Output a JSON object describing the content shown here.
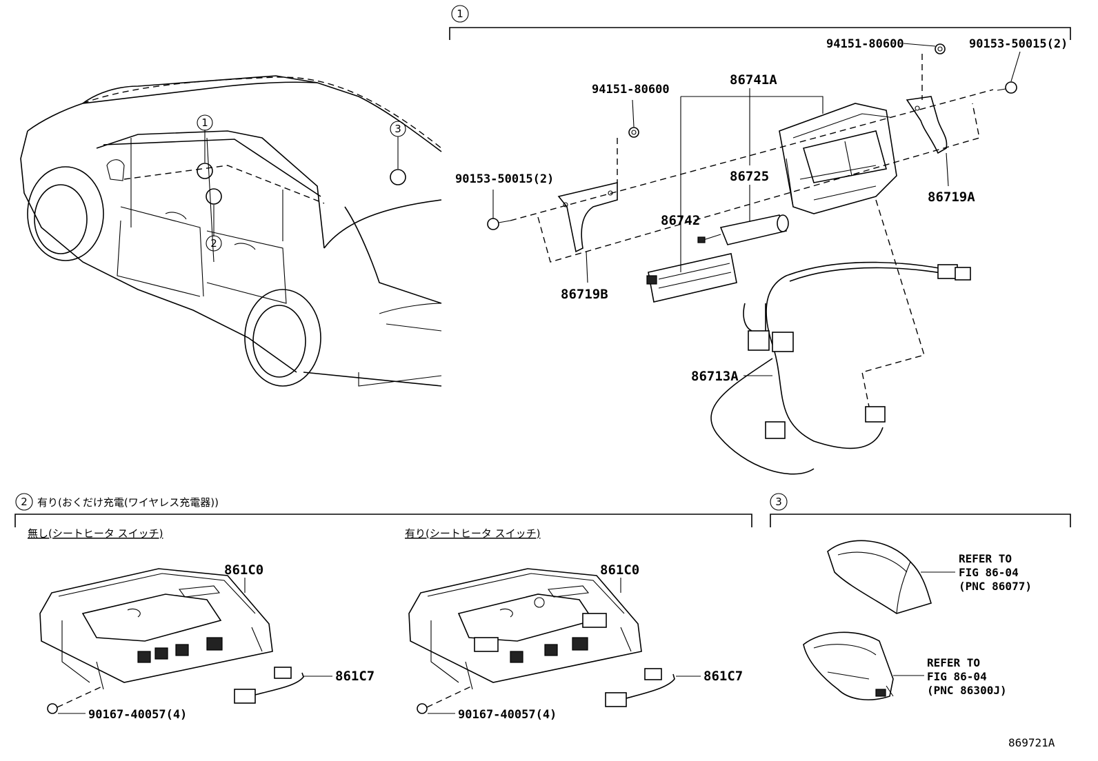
{
  "sections": {
    "s1": {
      "num": "1"
    },
    "s2": {
      "num": "2",
      "title": "有り(おくだけ充電(ワイヤレス充電器))"
    },
    "s3": {
      "num": "3"
    }
  },
  "car_markers": [
    "1",
    "2",
    "3"
  ],
  "s1_parts": {
    "p94151_a": "94151-80600",
    "p90153_a": "90153-50015(2)",
    "p94151_b": "94151-80600",
    "p86741A": "86741A",
    "p90153_b": "90153-50015(2)",
    "p86725": "86725",
    "p86719A": "86719A",
    "p86742": "86742",
    "p86719B": "86719B",
    "p86713A": "86713A"
  },
  "s2_left": {
    "label": "無し(シートヒータ スイッチ)",
    "p861C0": "861C0",
    "p861C7": "861C7",
    "p90167": "90167-40057(4)"
  },
  "s2_right": {
    "label": "有り(シートヒータ スイッチ)",
    "p861C0": "861C0",
    "p861C7": "861C7",
    "p90167": "90167-40057(4)"
  },
  "s3_refs": {
    "ref1": {
      "l1": "REFER TO",
      "l2": "FIG 86-04",
      "l3": "(PNC 86077)"
    },
    "ref2": {
      "l1": "REFER TO",
      "l2": "FIG 86-04",
      "l3": "(PNC 86300J)"
    }
  },
  "figure_id": "869721A"
}
